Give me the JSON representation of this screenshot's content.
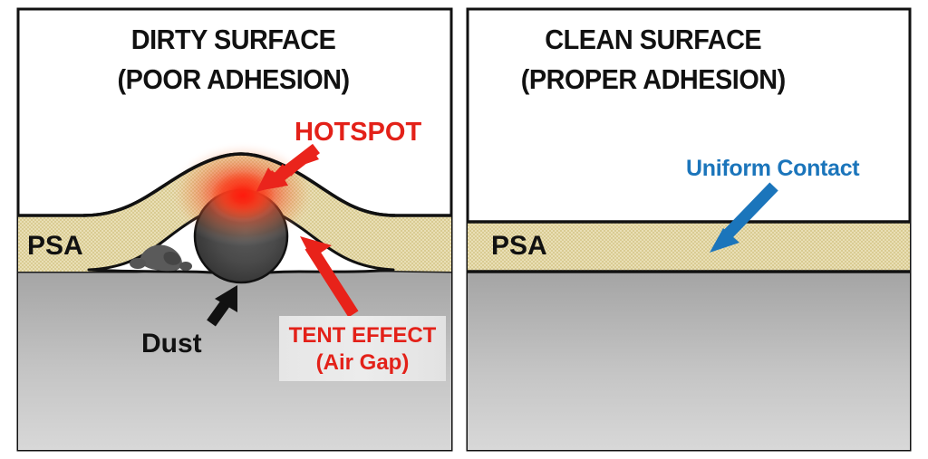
{
  "diagram": {
    "title_semantic": "psa-adhesion-comparison-diagram",
    "panels": [
      {
        "id": "dirty",
        "title_line1": "DIRTY SURFACE",
        "title_line2": "(POOR ADHESION)",
        "layer_label": "PSA",
        "annotations": [
          {
            "id": "hotspot",
            "text": "HOTSPOT",
            "color": "#e32119",
            "arrow": "red-arrow-down-left"
          },
          {
            "id": "tent-effect",
            "text_line1": "TENT EFFECT",
            "text_line2": "(Air Gap)",
            "color": "#e32119",
            "arrow": "red-arrow-up-left"
          },
          {
            "id": "dust",
            "text": "Dust",
            "color": "#111111",
            "arrow": "black-arrow-up-right"
          }
        ]
      },
      {
        "id": "clean",
        "title_line1": "CLEAN SURFACE",
        "title_line2": "(PROPER ADHESION)",
        "layer_label": "PSA",
        "annotations": [
          {
            "id": "uniform-contact",
            "text": "Uniform Contact",
            "color": "#1b75bb",
            "arrow": "blue-arrow-down-left"
          }
        ]
      }
    ],
    "colors": {
      "adhesive_light": "#e9dfb6",
      "adhesive_dark": "#d9cb92",
      "substrate_top": "#a6a6a6",
      "substrate_bottom": "#d6d6d6",
      "dust_dark": "#3a3a3a",
      "dust_mid": "#5e5e5e",
      "hotspot_red": "#ee2a22",
      "accent_red": "#e32119",
      "accent_blue": "#1b75bb",
      "outline": "#000000",
      "panel_background": "#ffffff",
      "callout_box": "#e8e8e8"
    }
  }
}
